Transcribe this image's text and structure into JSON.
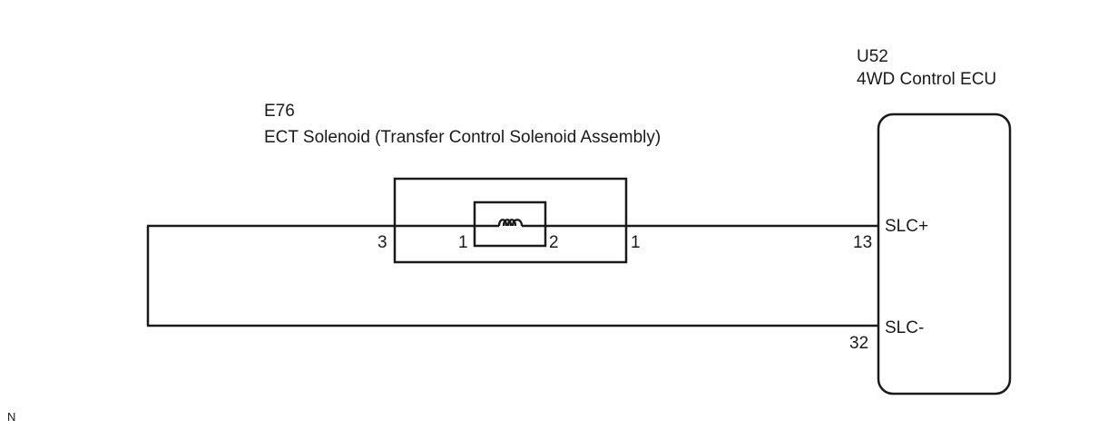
{
  "solenoid": {
    "code": "E76",
    "name": "ECT Solenoid (Transfer Control Solenoid Assembly)",
    "pin_left_outer": "3",
    "pin_left_inner": "1",
    "pin_right_inner": "2",
    "pin_right_outer": "1"
  },
  "ecu": {
    "code": "U52",
    "name": "4WD Control ECU",
    "pin_top_number": "13",
    "pin_top_signal": "SLC+",
    "pin_bottom_number": "32",
    "pin_bottom_signal": "SLC-"
  },
  "footer_mark": "N",
  "colors": {
    "line": "#1a1a1a",
    "background": "#ffffff"
  }
}
